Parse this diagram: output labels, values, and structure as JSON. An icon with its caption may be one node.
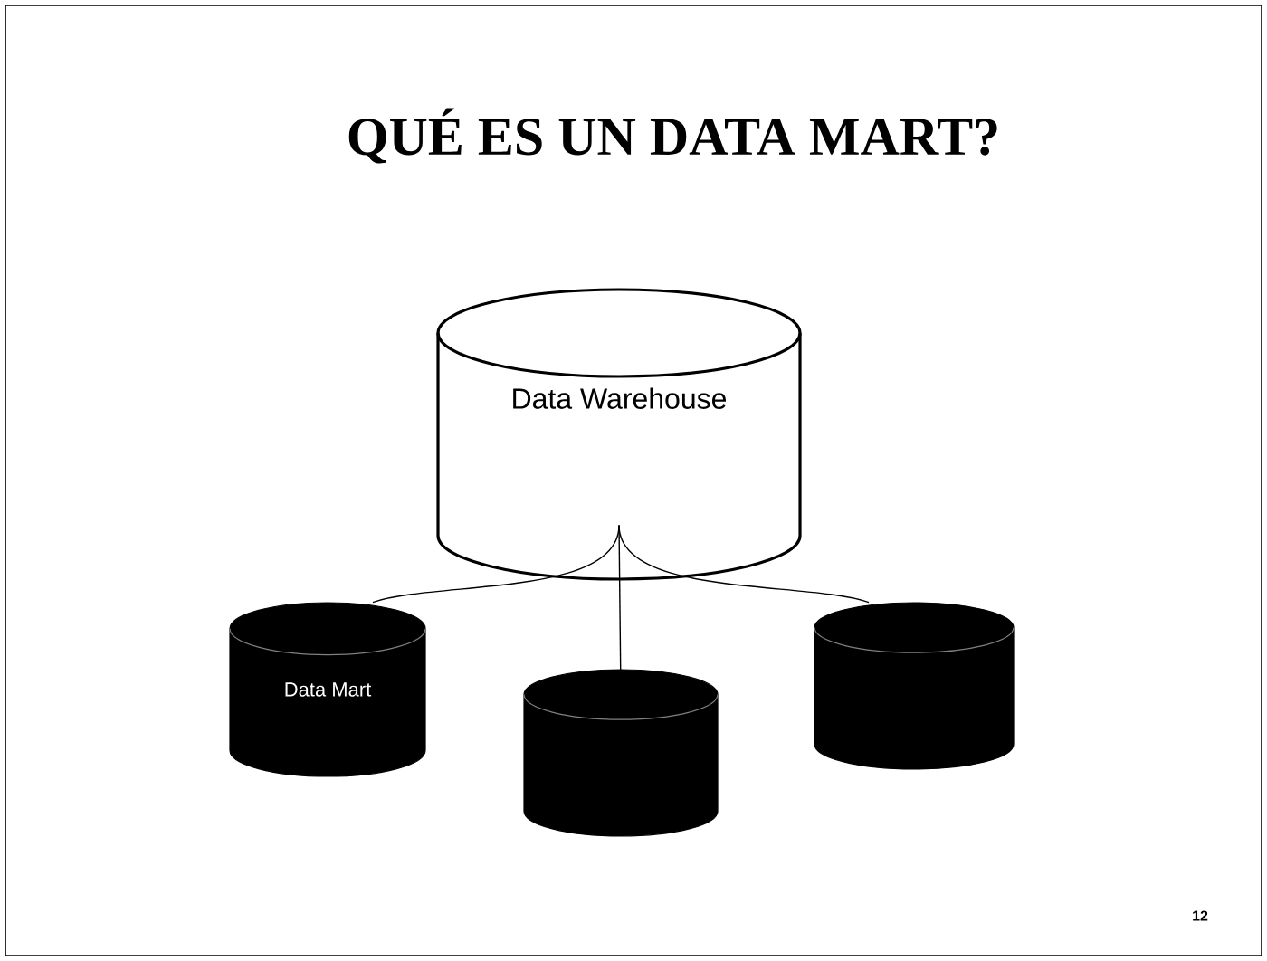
{
  "diagram": {
    "title": "QUÉ ES UN DATA MART?",
    "nodes": [
      {
        "text": [
          "Data Warehouse"
        ]
      },
      {
        "text": [
          "Data Mart"
        ]
      },
      {
        "text": [],
        "shape": "cylinder"
      },
      {
        "text": [],
        "shape": "cylinder"
      }
    ],
    "edges": [
      {
        "from": 0,
        "to": 1,
        "arrow": "none"
      },
      {
        "from": 0,
        "to": 2,
        "arrow": "none"
      },
      {
        "from": 0,
        "to": 3,
        "arrow": "none"
      }
    ],
    "labels": [
      "12"
    ]
  }
}
